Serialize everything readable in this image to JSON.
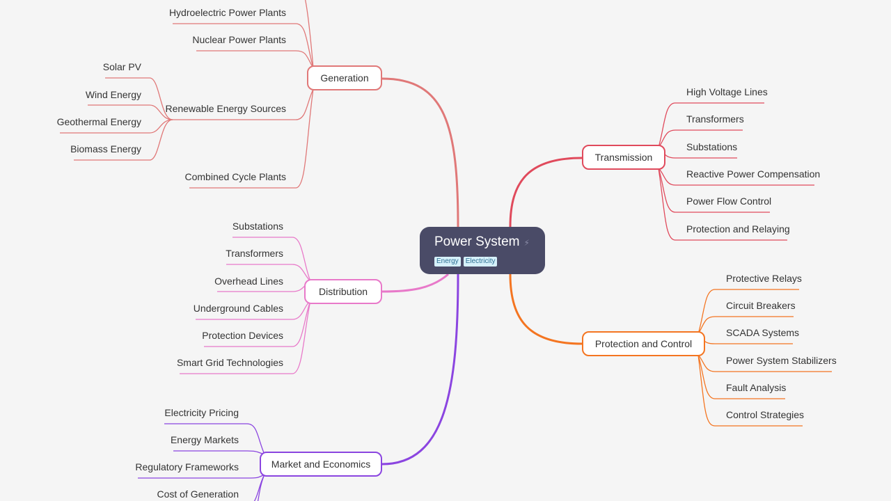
{
  "root": {
    "title": "Power System",
    "icon": "lightning-icon",
    "tags": [
      "Energy",
      "Electricity"
    ]
  },
  "colors": {
    "generation": "#e07878",
    "distribution": "#e879c9",
    "market": "#8b45e0",
    "transmission": "#e04a5c",
    "protection": "#f47521"
  },
  "branches": {
    "generation": {
      "label": "Generation",
      "children": [
        "Hydroelectric Power Plants",
        "Nuclear Power Plants",
        "Renewable Energy Sources",
        "Combined Cycle Plants"
      ],
      "renewable_children": [
        "Solar PV",
        "Wind Energy",
        "Geothermal Energy",
        "Biomass Energy"
      ]
    },
    "distribution": {
      "label": "Distribution",
      "children": [
        "Substations",
        "Transformers",
        "Overhead Lines",
        "Underground Cables",
        "Protection Devices",
        "Smart Grid Technologies"
      ]
    },
    "market": {
      "label": "Market and Economics",
      "children": [
        "Electricity Pricing",
        "Energy Markets",
        "Regulatory Frameworks",
        "Cost of Generation"
      ]
    },
    "transmission": {
      "label": "Transmission",
      "children": [
        "High Voltage Lines",
        "Transformers",
        "Substations",
        "Reactive Power Compensation",
        "Power Flow Control",
        "Protection and Relaying"
      ]
    },
    "protection": {
      "label": "Protection and Control",
      "children": [
        "Protective Relays",
        "Circuit Breakers",
        "SCADA Systems",
        "Power System Stabilizers",
        "Fault Analysis",
        "Control Strategies"
      ]
    }
  }
}
